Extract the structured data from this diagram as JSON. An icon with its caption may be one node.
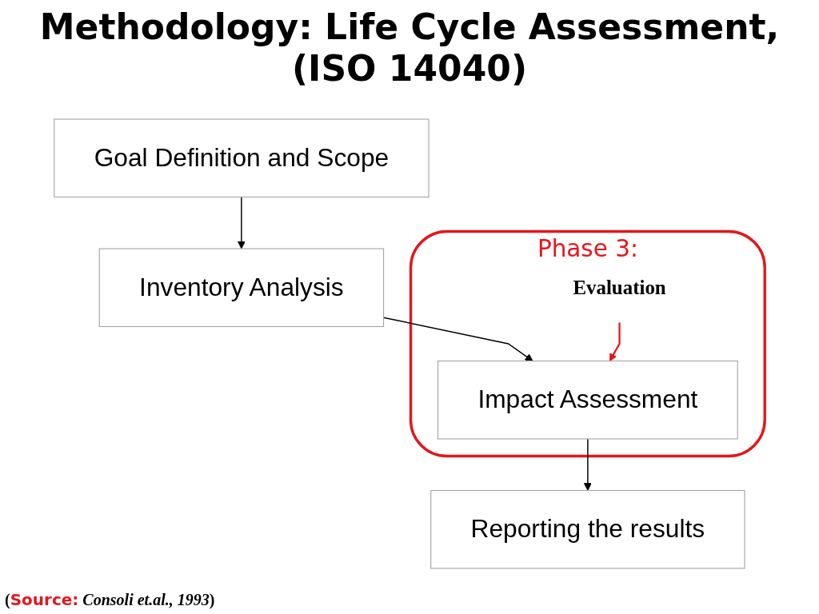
{
  "diagram": {
    "title": "Methodology: Life Cycle Assessment, (ISO 14040)",
    "caption": "(**Source:** *Consoli et.al., 1993*)",
    "nodes": [
      {
        "text": [
          "Goal Definition and Scope"
        ]
      },
      {
        "text": [
          "Inventory Analysis"
        ]
      },
      {
        "text": [
          "Phase 3:"
        ]
      },
      {
        "text": [
          "Impact Assessment"
        ],
        "in": 2
      },
      {
        "text": [
          "Evaluation"
        ],
        "in": 2
      },
      {
        "text": [
          "Reporting the results"
        ]
      }
    ],
    "edges": [
      {
        "from": 0,
        "to": 1,
        "arrow": "to"
      },
      {
        "from": 1,
        "to": 3,
        "arrow": "to"
      },
      {
        "from": 4,
        "to": 3,
        "arrow": "to",
        "color": "#e4161b"
      },
      {
        "from": 3,
        "to": 5,
        "arrow": "to"
      }
    ]
  }
}
